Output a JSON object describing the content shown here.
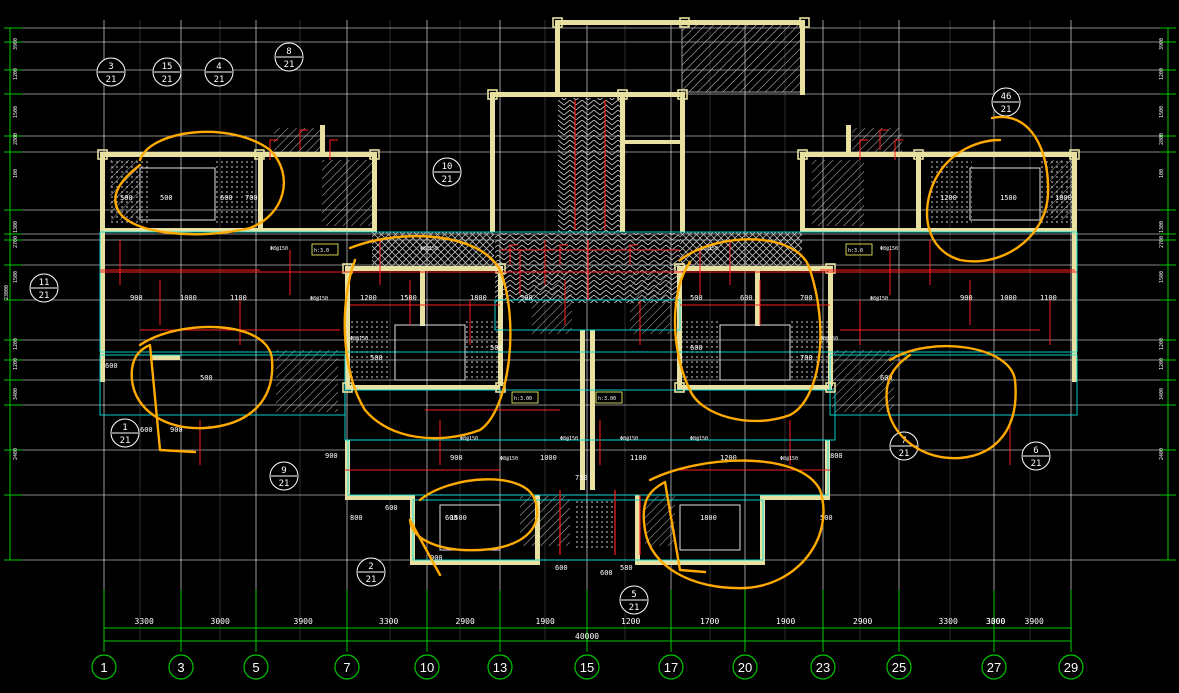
{
  "colors": {
    "background": "#000000",
    "grid": "#ffffff",
    "axis_line": "#00c800",
    "wall": "#e8e0a0",
    "beam": "#00e0e0",
    "rebar": "#ff2020",
    "annotation": "#ffaa00",
    "text": "#ffffff"
  },
  "axes": {
    "labels": [
      "1",
      "3",
      "5",
      "7",
      "10",
      "13",
      "15",
      "17",
      "20",
      "23",
      "25",
      "27",
      "29"
    ],
    "spacings": [
      "3300",
      "3000",
      "3900",
      "3300",
      "2900",
      "1900",
      "1200",
      "1700",
      "1900",
      "2900",
      "3300",
      "3900",
      "3000",
      "3300"
    ],
    "total": "40000"
  },
  "left_dims": [
    "3900",
    "1200",
    "1500",
    "2800",
    "100",
    "1300",
    "2700",
    "1500",
    "1200",
    "1200",
    "3400",
    "2400"
  ],
  "left_total": "23000",
  "right_dims": [
    "3900",
    "1200",
    "1500",
    "2800",
    "100",
    "1300",
    "2700",
    "1500",
    "1200",
    "1200",
    "3400",
    "2400"
  ],
  "detail_tags": [
    {
      "n": "3",
      "s": "21"
    },
    {
      "n": "15",
      "s": "21"
    },
    {
      "n": "4",
      "s": "21"
    },
    {
      "n": "8",
      "s": "21"
    },
    {
      "n": "10",
      "s": "21"
    },
    {
      "n": "46",
      "s": "21"
    },
    {
      "n": "11",
      "s": "21"
    },
    {
      "n": "1",
      "s": "21"
    },
    {
      "n": "9",
      "s": "21"
    },
    {
      "n": "2",
      "s": "21"
    },
    {
      "n": "5",
      "s": "21"
    },
    {
      "n": "7",
      "s": "21"
    },
    {
      "n": "6",
      "s": "21"
    }
  ],
  "room_tags": [
    "h:3.0",
    "h:3.0",
    "h:3.00",
    "h:3.00"
  ],
  "rebar_note": "Φ8@150",
  "rebar_labels": [
    "500",
    "500",
    "600",
    "700",
    "900",
    "1000",
    "1100",
    "1200",
    "1500",
    "1800"
  ],
  "small_labels": [
    "600",
    "600",
    "900",
    "900",
    "800",
    "600",
    "900",
    "600",
    "600",
    "750",
    "600",
    "580",
    "800"
  ]
}
